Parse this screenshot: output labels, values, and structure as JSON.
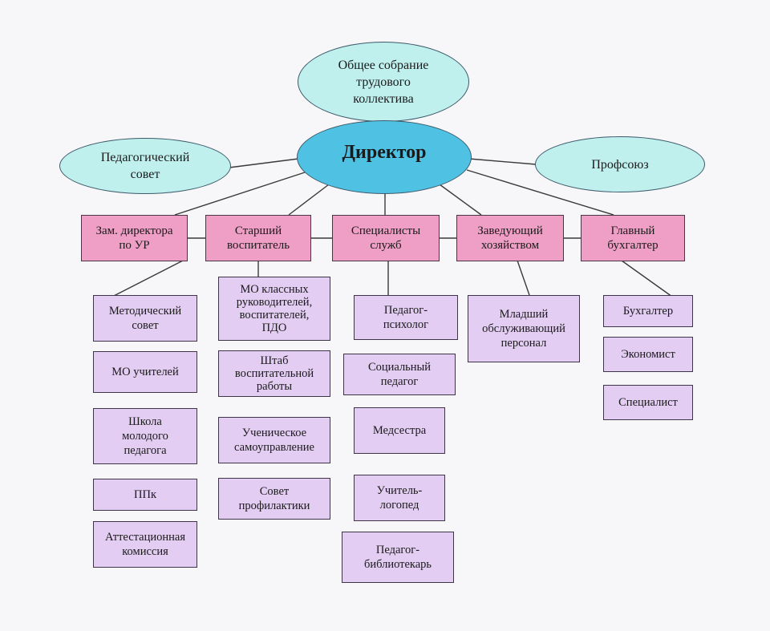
{
  "center": {
    "label": "Директор"
  },
  "ellipses": {
    "general_meeting": "Общее собрание\nтрудового\nколлектива",
    "pedagogical_council": "Педагогический\nсовет",
    "trade_union": "Профсоюз"
  },
  "departments": [
    {
      "label": "Зам. директора\nпо УР",
      "units": [
        "Методический\nсовет",
        "МО учителей",
        "Школа\nмолодого\nпедагога",
        "ППк",
        "Аттестационная\nкомиссия"
      ]
    },
    {
      "label": "Старший\nвоспитатель",
      "units": [
        "МО классных\nруководителей,\nвоспитателей,\nПДО",
        "Штаб\nвоспитательной\nработы",
        "Ученическое\nсамоуправление",
        "Совет\nпрофилактики"
      ]
    },
    {
      "label": "Специалисты\nслужб",
      "units": [
        "Педагог-\nпсихолог",
        "Социальный\nпедагог",
        "Медсестра",
        "Учитель-\nлогопед",
        "Педагог-\nбиблиотекарь"
      ]
    },
    {
      "label": "Заведующий\nхозяйством",
      "units": [
        "Младший\nобслуживающий\nперсонал"
      ]
    },
    {
      "label": "Главный\nбухгалтер",
      "units": [
        "Бухгалтер",
        "Экономист",
        "Специалист"
      ]
    }
  ],
  "colors": {
    "director": "#4fc2e4",
    "ellipse": "#bff0ee",
    "department": "#ef9fc5",
    "unit": "#e3cdf3"
  }
}
